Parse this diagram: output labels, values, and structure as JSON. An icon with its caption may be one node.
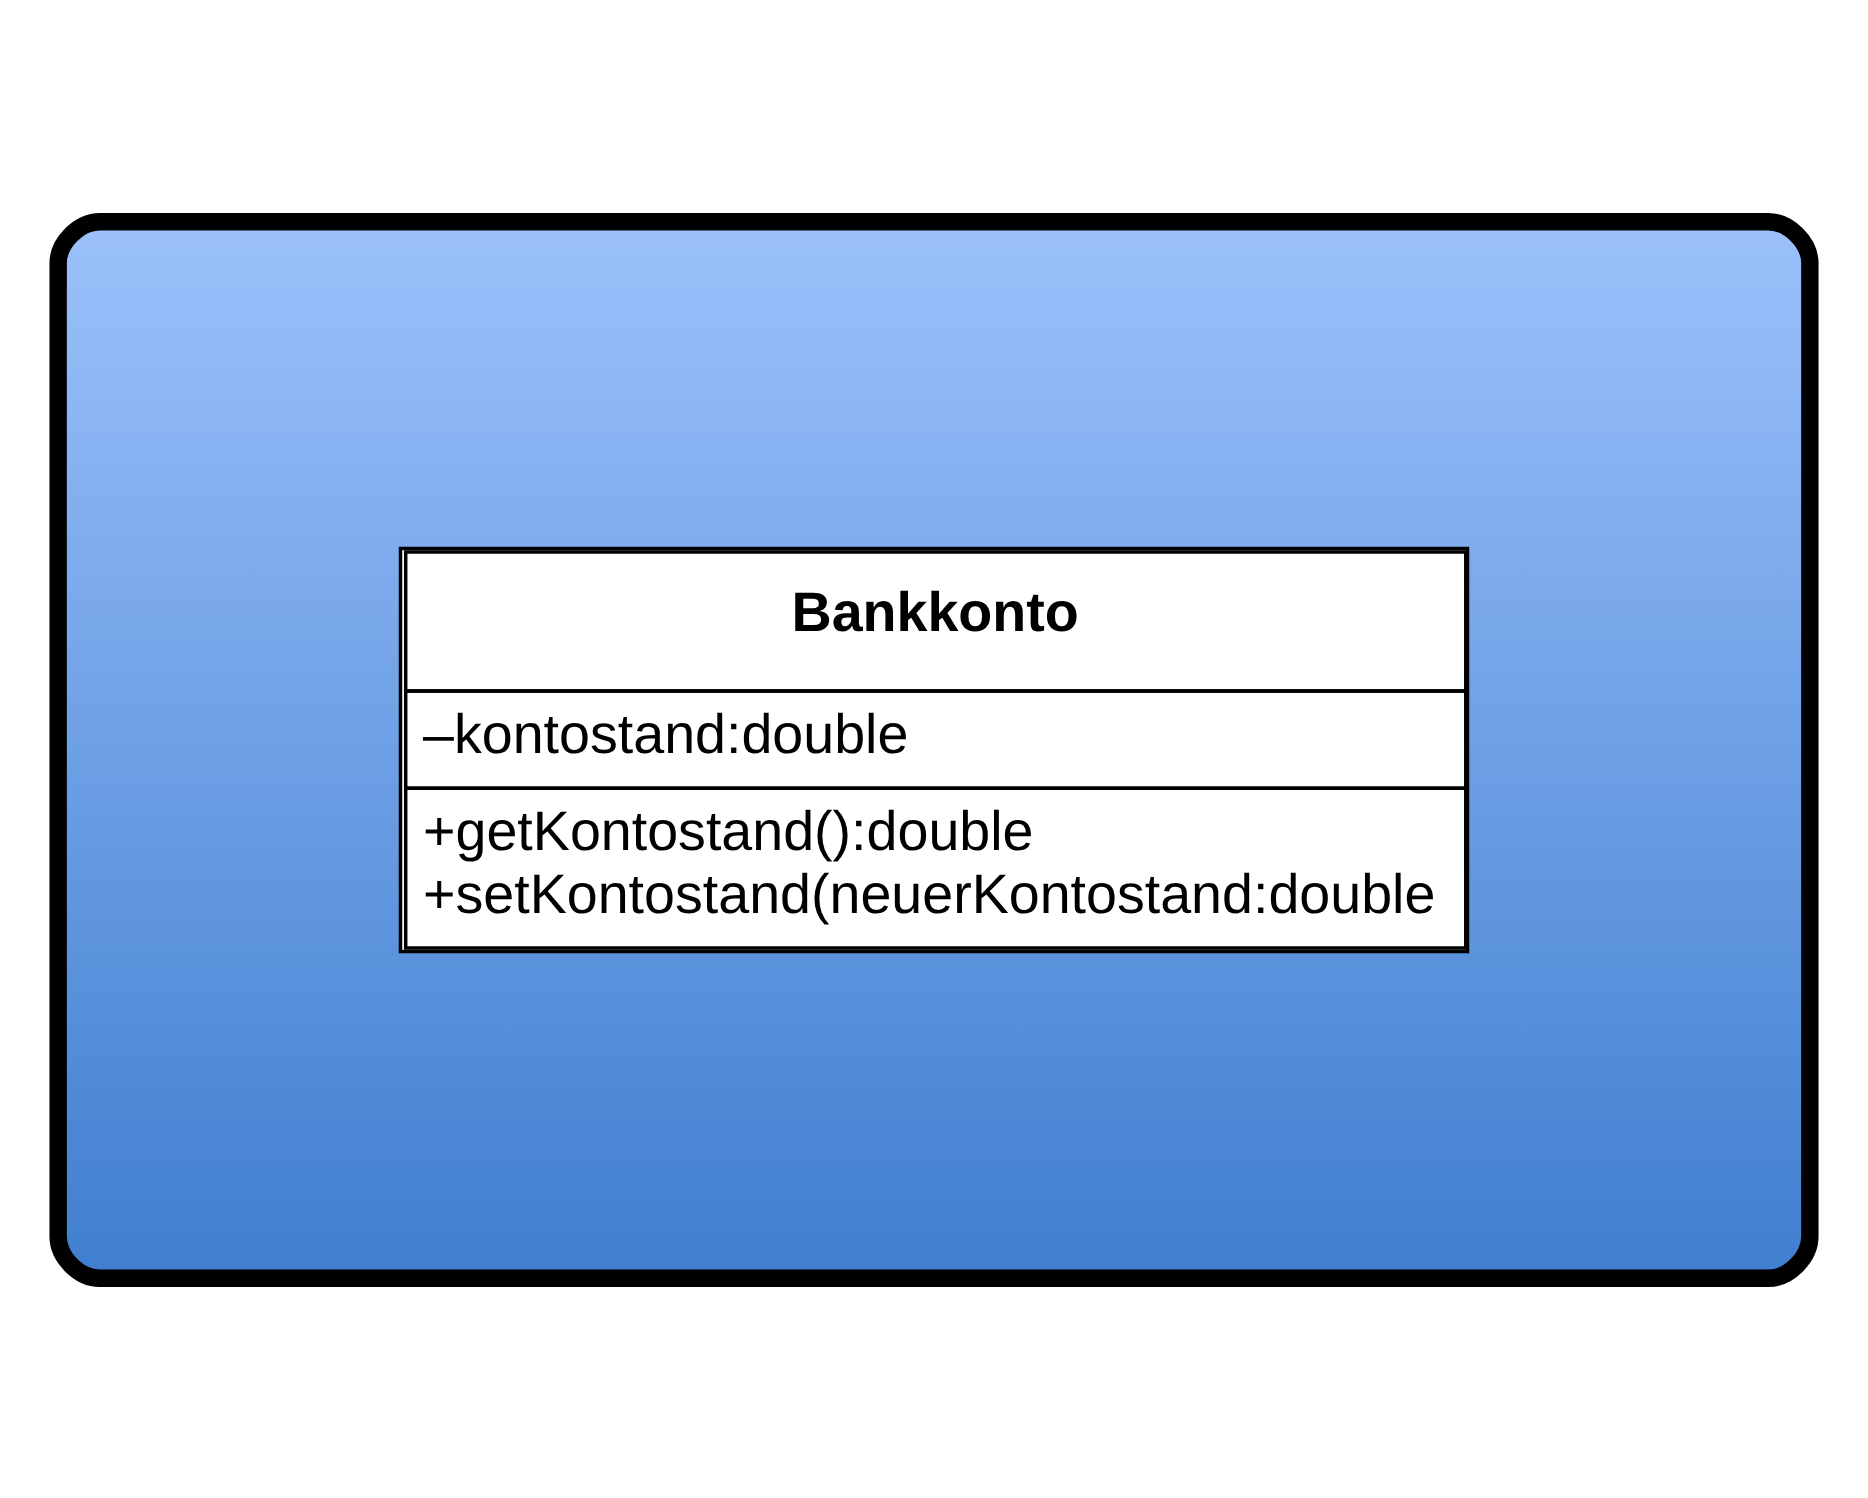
{
  "diagram": {
    "nodes": [
      {
        "text": [],
        "shape": "ellipse"
      },
      {
        "text": [
          "Bankkonto",
          "–kontostand:double",
          "+getKontostand():double",
          "+setKontostand(neuerKontostand:double"
        ],
        "in": 0
      }
    ]
  }
}
